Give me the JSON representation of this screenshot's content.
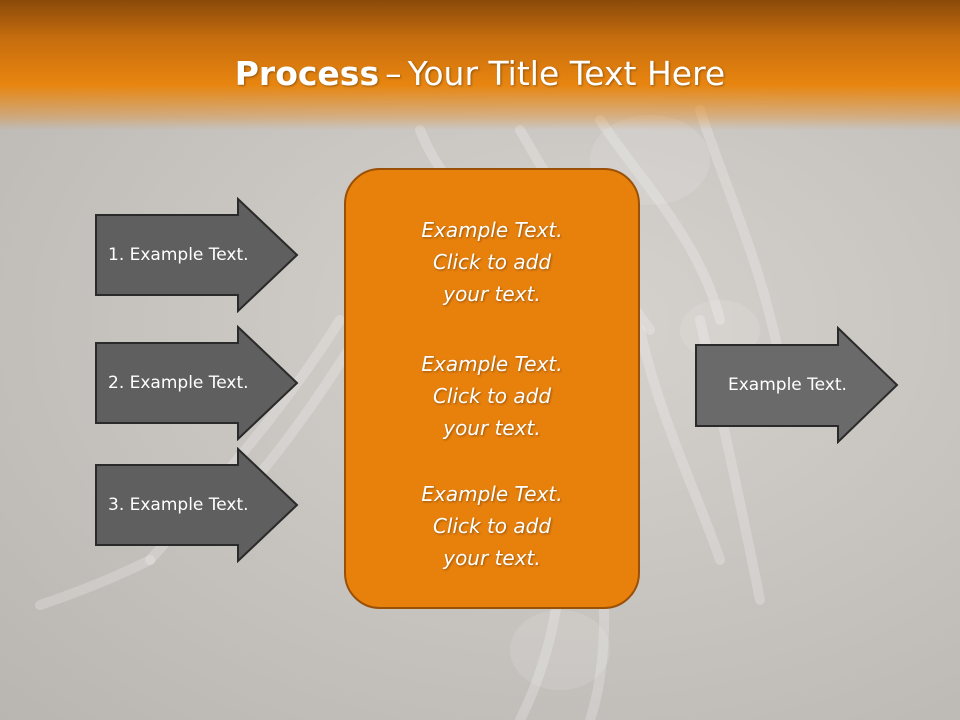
{
  "title": {
    "bold": "Process",
    "dash": "–",
    "rest": "Your Title Text Here"
  },
  "left_arrows": [
    {
      "label": "1. Example Text."
    },
    {
      "label": "2. Example Text."
    },
    {
      "label": "3. Example Text."
    }
  ],
  "center_items": [
    {
      "line1": "Example Text.",
      "line2": "Click  to add",
      "line3": "your text."
    },
    {
      "line1": "Example Text.",
      "line2": "Click  to add",
      "line3": "your text."
    },
    {
      "line1": "Example Text.",
      "line2": "Click  to add",
      "line3": "your text."
    }
  ],
  "right_arrow": {
    "label": "Example Text."
  },
  "colors": {
    "header_orange": "#e8850f",
    "center_box": "#e8800c",
    "arrow_fill": "#5f5f5f",
    "arrow_stroke": "#2a2a2a"
  }
}
